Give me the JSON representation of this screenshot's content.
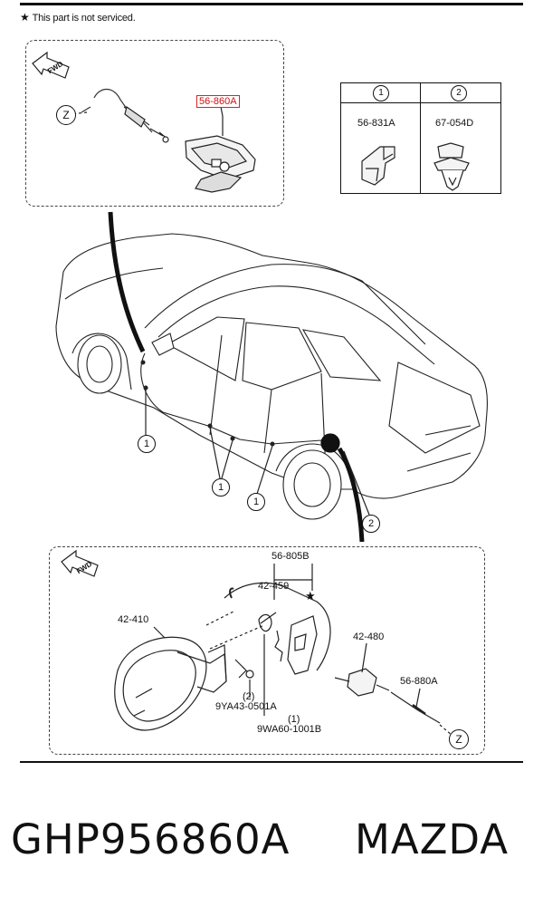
{
  "note": {
    "symbol": "★",
    "text": "This part is not serviced."
  },
  "top_panel": {
    "fwd_label": "FWD",
    "z_label": "Z",
    "part_highlight": "56-860A"
  },
  "legend": [
    {
      "num": "1",
      "part": "56-831A"
    },
    {
      "num": "2",
      "part": "67-054D"
    }
  ],
  "car_callouts": [
    "1",
    "1",
    "1",
    "2"
  ],
  "bottom_panel": {
    "fwd_label": "FWD",
    "z_label": "Z",
    "parts": {
      "p56_805b": "56-805B",
      "p42_459": "42-459",
      "star": "★",
      "p42_410": "42-410",
      "p42_480": "42-480",
      "p56_880a": "56-880A",
      "q2": "(2)",
      "p9ya43": "9YA43-0501A",
      "q1": "(1)",
      "p9wa60": "9WA60-1001B"
    }
  },
  "footer": {
    "part_number": "GHP956860A",
    "brand": "MAZDA"
  }
}
